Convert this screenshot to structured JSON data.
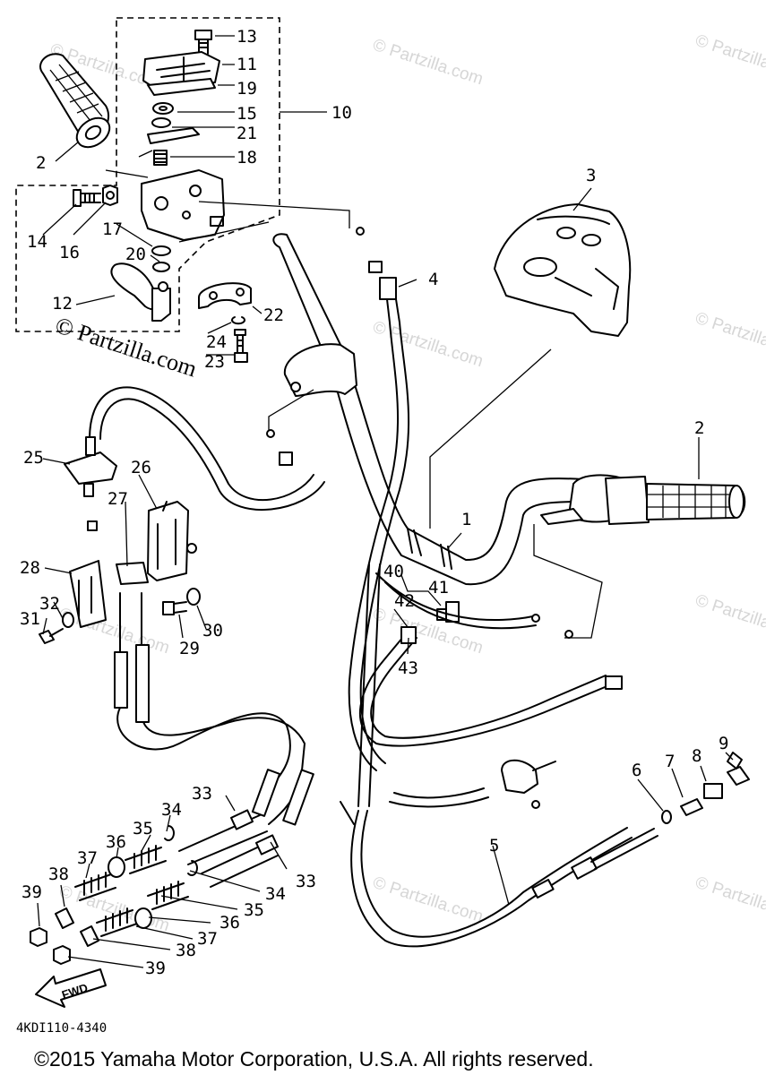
{
  "diagram": {
    "callouts": [
      "13",
      "11",
      "19",
      "10",
      "15",
      "21",
      "18",
      "2",
      "14",
      "16",
      "17",
      "20",
      "12",
      "22",
      "24",
      "23",
      "3",
      "4",
      "2",
      "25",
      "26",
      "27",
      "28",
      "32",
      "31",
      "29",
      "30",
      "1",
      "40",
      "41",
      "42",
      "43",
      "6",
      "7",
      "8",
      "9",
      "33",
      "34",
      "36",
      "35",
      "37",
      "38",
      "39",
      "33",
      "34",
      "35",
      "36",
      "37",
      "38",
      "39",
      "5"
    ],
    "watermark": "© Partzilla.com",
    "watermark_main": "© Partzilla.com",
    "fwd_label": "FWD",
    "diagram_code": "4KDI110-4340",
    "copyright": "©2015 Yamaha Motor Corporation, U.S.A. All rights reserved."
  }
}
